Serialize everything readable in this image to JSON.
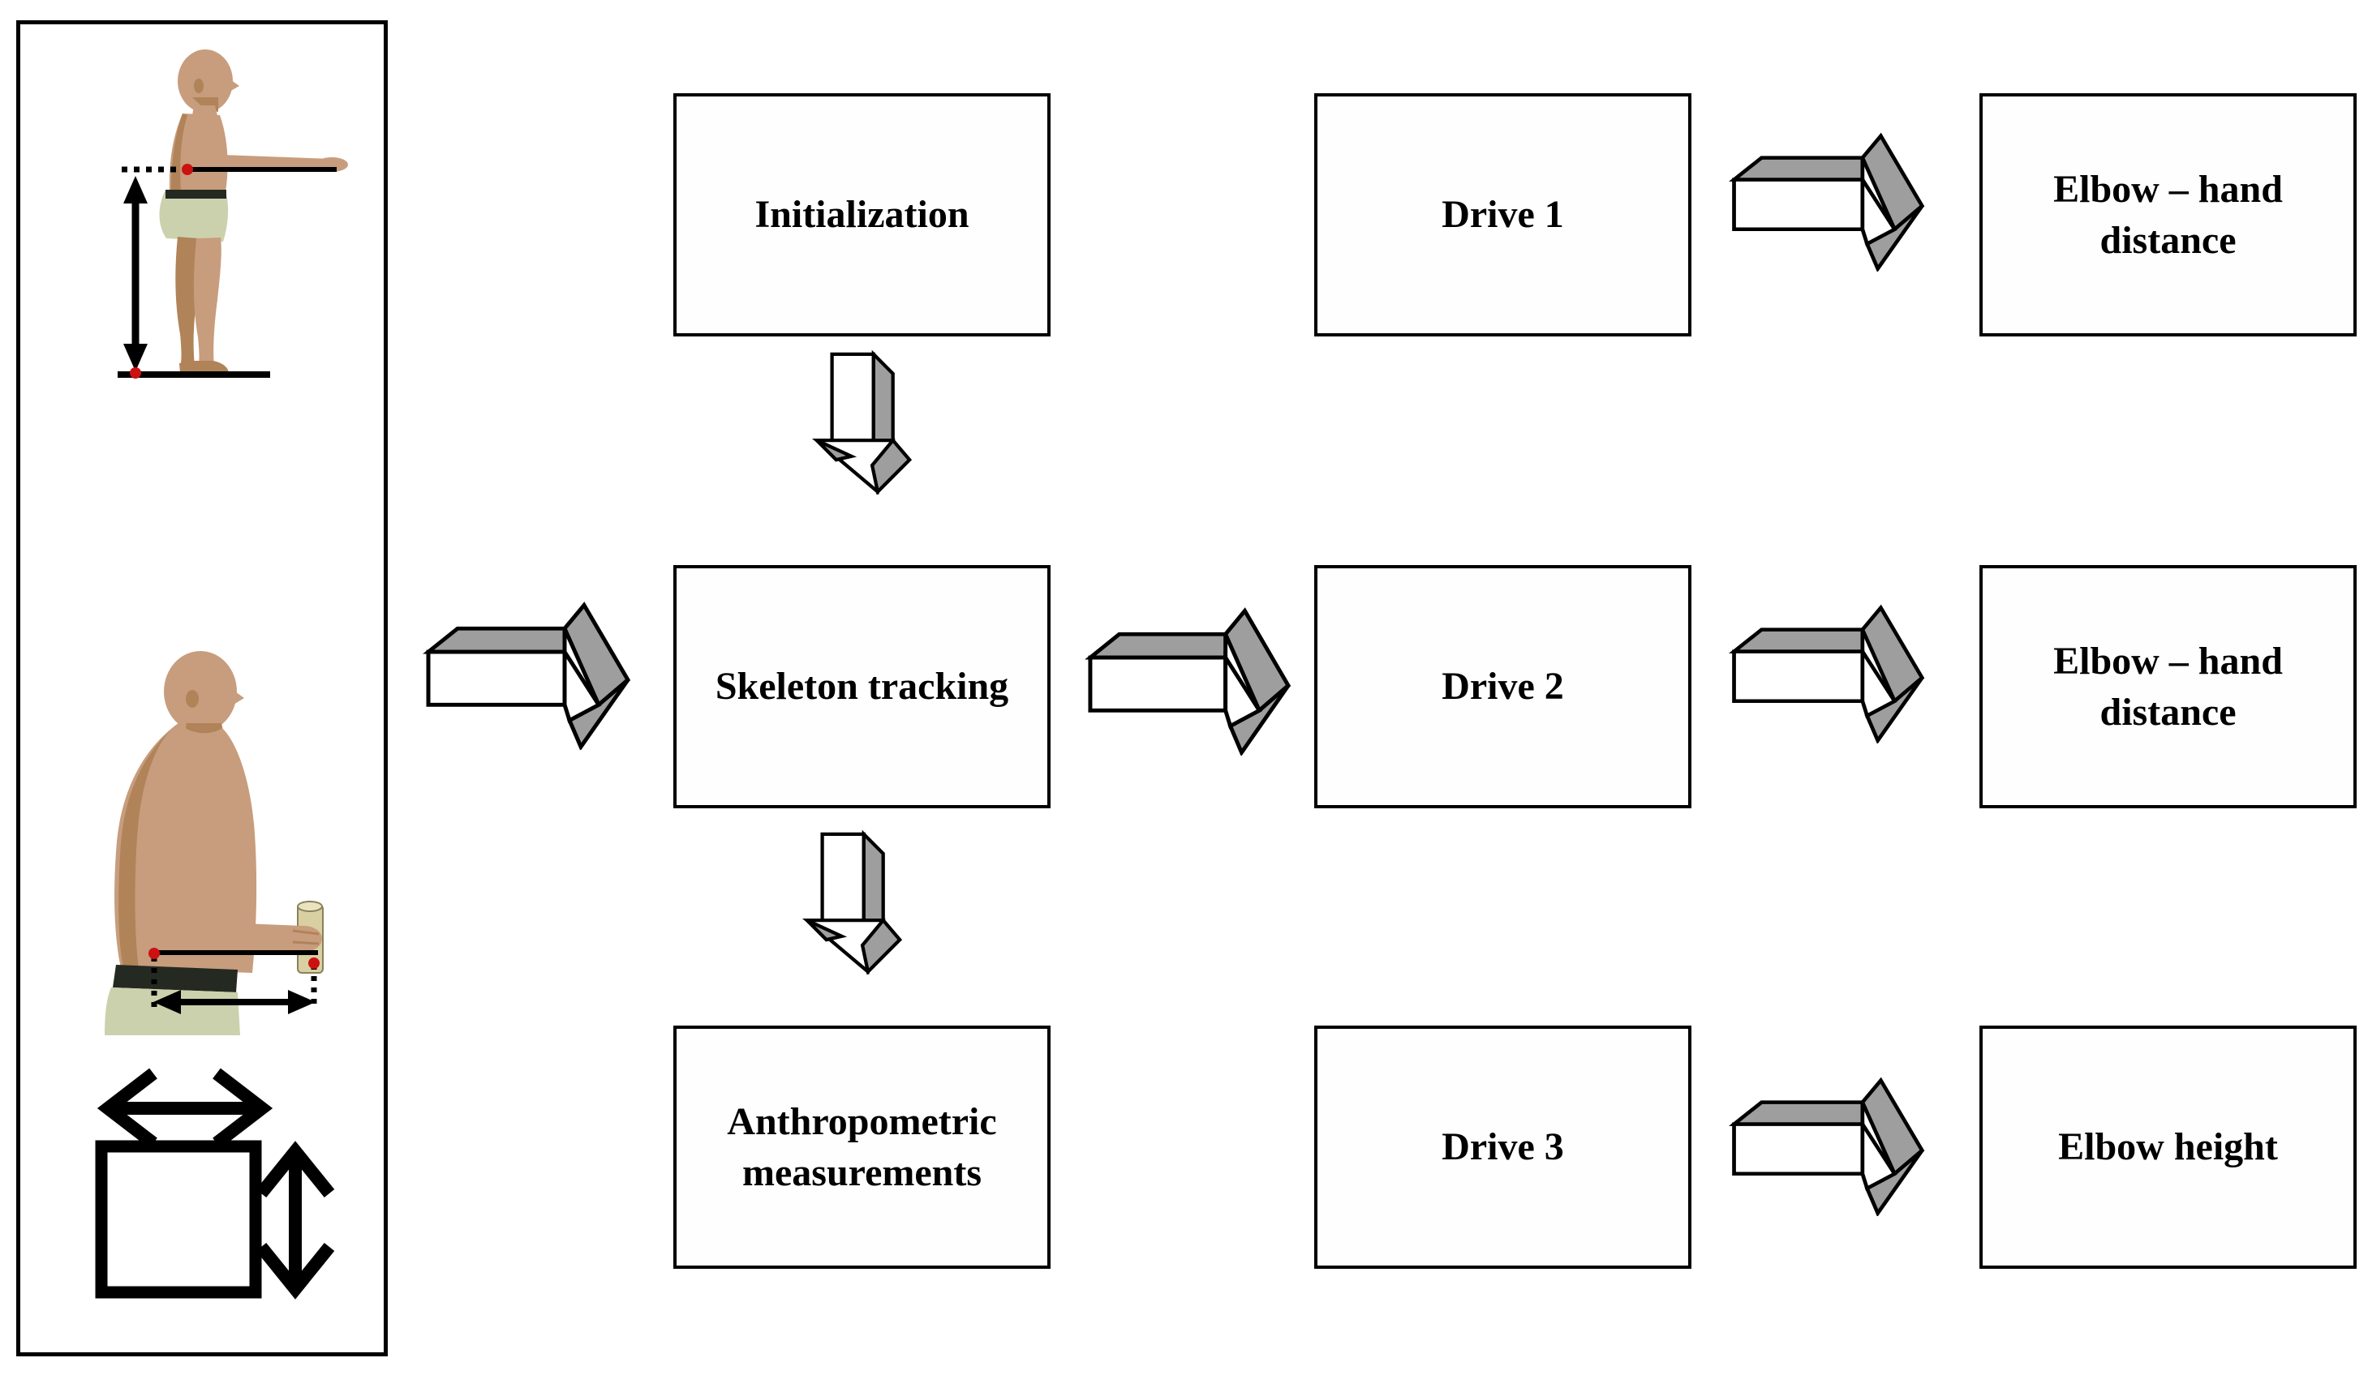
{
  "diagram_type": "flowchart",
  "colors": {
    "background": "#ffffff",
    "outline": "#000000",
    "arrow_gray": "#9e9e9e",
    "skin": "#c79d7d",
    "skin_shadow": "#b08359",
    "shorts_green": "#ccd1ad",
    "belt_dark": "#242a21",
    "joystick_beige": "#d8cfa2",
    "marker_red": "#cc1111"
  },
  "nodes": {
    "initialization": {
      "lines": [
        "Initialization"
      ]
    },
    "skeleton": {
      "lines": [
        "Skeleton tracking"
      ]
    },
    "anthropometric": {
      "lines": [
        "Anthropometric",
        "measurements"
      ]
    },
    "drive1": {
      "lines": [
        "Drive 1"
      ]
    },
    "drive2": {
      "lines": [
        "Drive 2"
      ]
    },
    "drive3": {
      "lines": [
        "Drive 3"
      ]
    },
    "elbow_hand_1": {
      "lines": [
        "Elbow – hand",
        "distance"
      ]
    },
    "elbow_hand_2": {
      "lines": [
        "Elbow – hand",
        "distance"
      ]
    },
    "elbow_height": {
      "lines": [
        "Elbow height"
      ]
    }
  },
  "edges": [
    {
      "from": "illustration-panel",
      "to": "skeleton",
      "icon": "block-arrow-right-icon"
    },
    {
      "from": "initialization",
      "to": "skeleton",
      "icon": "block-arrow-down-icon"
    },
    {
      "from": "skeleton",
      "to": "drive2",
      "icon": "block-arrow-right-icon"
    },
    {
      "from": "skeleton",
      "to": "anthropometric",
      "icon": "block-arrow-down-icon"
    },
    {
      "from": "drive1",
      "to": "elbow_hand_1",
      "icon": "block-arrow-right-icon"
    },
    {
      "from": "drive2",
      "to": "elbow_hand_2",
      "icon": "block-arrow-right-icon"
    },
    {
      "from": "drive3",
      "to": "elbow_height",
      "icon": "block-arrow-right-icon"
    }
  ],
  "left_panel": {
    "icons": [
      {
        "name": "standing-man-elbow-height-figure"
      },
      {
        "name": "elbow-floor-measure-arrow"
      },
      {
        "name": "torso-elbow-hand-figure"
      },
      {
        "name": "elbow-hand-measure-arrow"
      },
      {
        "name": "dimension-square-icon"
      },
      {
        "name": "horizontal-double-arrow-icon"
      },
      {
        "name": "vertical-double-arrow-icon"
      }
    ]
  }
}
